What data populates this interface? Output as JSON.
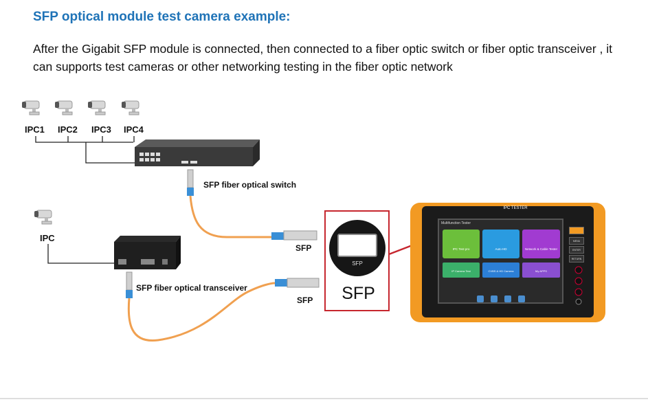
{
  "header": {
    "title": "SFP optical module test camera example:",
    "description": "After the Gigabit SFP module is connected, then connected to a fiber optic switch or fiber optic transceiver , it can supports test cameras or other networking testing  in the fiber optic network"
  },
  "cameras": [
    {
      "label": "IPC1"
    },
    {
      "label": "IPC2"
    },
    {
      "label": "IPC3"
    },
    {
      "label": "IPC4"
    }
  ],
  "single_camera": {
    "label": "IPC"
  },
  "devices": {
    "switch_label": "SFP fiber optical switch",
    "transceiver_label": "SFP fiber optical transceiver",
    "sfp_label_top": "SFP",
    "sfp_label_bottom": "SFP"
  },
  "callout": {
    "big_label": "SFP",
    "inner_label": "SFP",
    "border_color": "#c6262e"
  },
  "tester": {
    "brand": "IPC TESTER",
    "screen_title": "Multifunction Tester",
    "tiles": [
      {
        "label": "IPC Test pro",
        "color": "#6cbf3b"
      },
      {
        "label": "Auto HD",
        "color": "#2a9be0"
      },
      {
        "label": "Network & Cable Tester",
        "color": "#a13bd1"
      },
      {
        "label": "IP Camera Test",
        "color": "#3bb06a"
      },
      {
        "label": "CVBS & HD Camera",
        "color": "#2c7fd6"
      },
      {
        "label": "My APPS",
        "color": "#8a4fd0"
      }
    ],
    "side_buttons": [
      "MENU",
      "ENTER",
      "RETURN"
    ],
    "footer_icons": [
      "File Explorer",
      "Settings",
      "NET Tools",
      "Cleaner"
    ],
    "body_color": "#f29a23"
  },
  "colors": {
    "title": "#1f73b7",
    "fiber": "#f0a050",
    "connector": "#3a8fd6"
  }
}
